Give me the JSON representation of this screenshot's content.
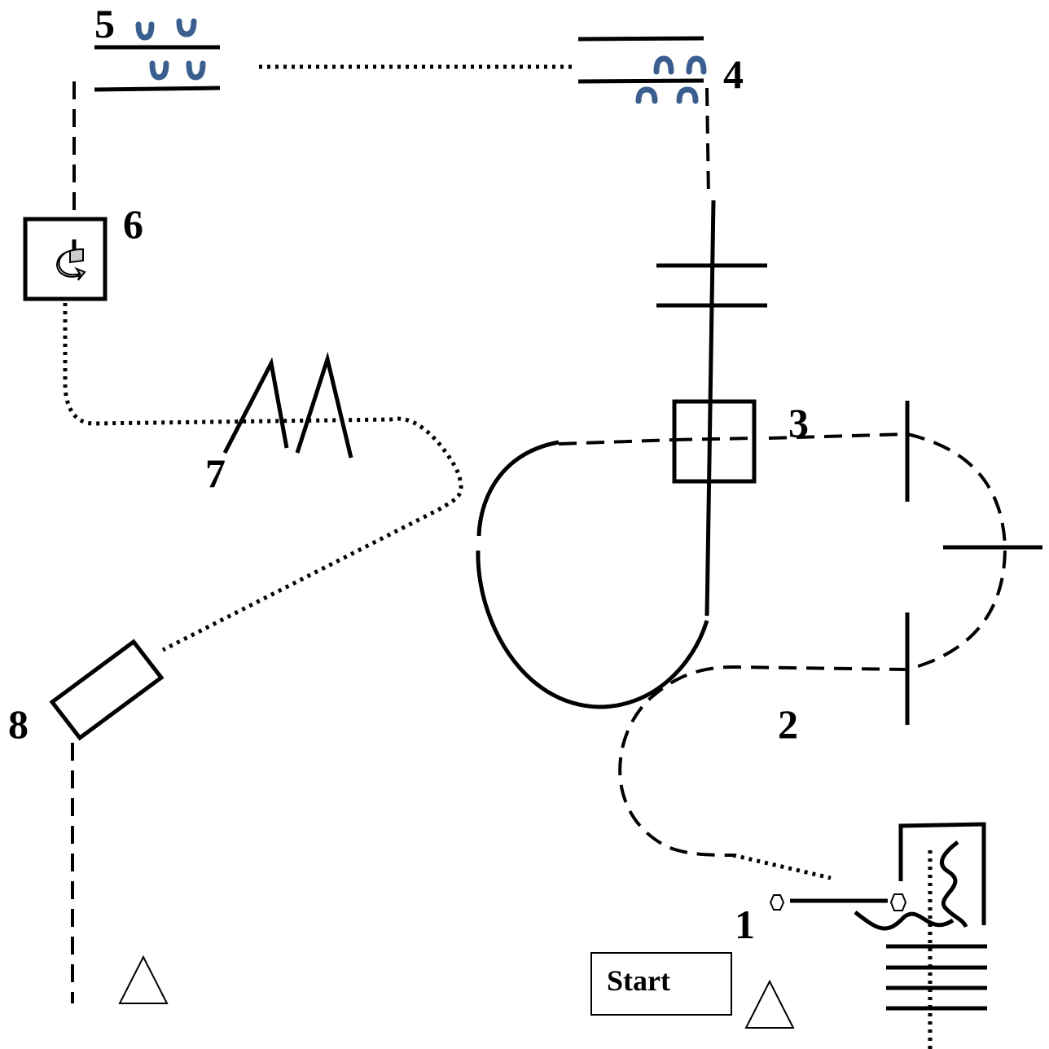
{
  "diagram": {
    "colors": {
      "line": "#000000",
      "receptor": "#3a5f8f",
      "background": "#ffffff",
      "rotor_fill": "#cccccc"
    },
    "icons": [
      "rotation-arrow-icon",
      "triangle-icon"
    ],
    "stations": [
      {
        "id": "1",
        "label": "1"
      },
      {
        "id": "2",
        "label": "2"
      },
      {
        "id": "3",
        "label": "3"
      },
      {
        "id": "4",
        "label": "4"
      },
      {
        "id": "5",
        "label": "5"
      },
      {
        "id": "6",
        "label": "6"
      },
      {
        "id": "7",
        "label": "7"
      },
      {
        "id": "8",
        "label": "8"
      }
    ],
    "start": {
      "label": "Start"
    }
  }
}
